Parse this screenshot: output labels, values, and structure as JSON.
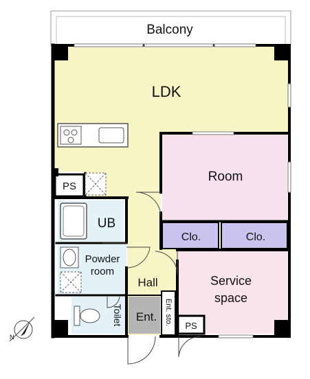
{
  "rooms": {
    "balcony": "Balcony",
    "ldk": "LDK",
    "room": "Room",
    "clo1": "Clo.",
    "clo2": "Clo.",
    "ub": "UB",
    "powder1": "Powder",
    "powder2": "room",
    "hall": "Hall",
    "service1": "Service",
    "service2": "space",
    "toilet": "Toilet",
    "ent": "Ent.",
    "entsto": "Ent. sto.",
    "ps1": "PS",
    "ps2": "PS"
  },
  "colors": {
    "ldk": "#f7f5c6",
    "room": "#f6e1ec",
    "service": "#f9e3ec",
    "closet": "#c9c4ef",
    "wet": "#e3f2f9",
    "entrance": "#b5b5b5",
    "wall": "#000000"
  },
  "icons": {
    "compass": "north-arrow-icon"
  }
}
